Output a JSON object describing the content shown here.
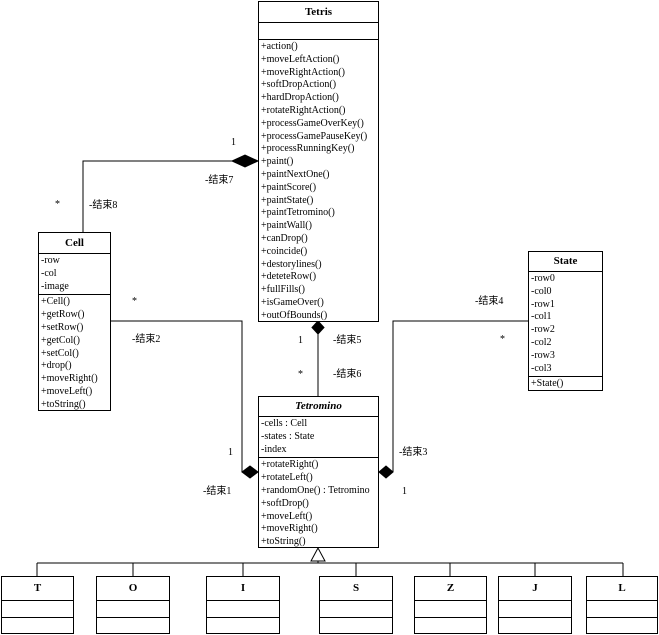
{
  "classes": {
    "tetris": {
      "name": "Tetris",
      "attributes": [],
      "methods": [
        "+action()",
        "+moveLeftAction()",
        "+moveRightAction()",
        "+softDropAction()",
        "+hardDropAction()",
        "+rotateRightAction()",
        "+processGameOverKey()",
        "+processGamePauseKey()",
        "+processRunningKey()",
        "+paint()",
        "+paintNextOne()",
        "+paintScore()",
        "+paintState()",
        "+paintTetromino()",
        "+paintWall()",
        "+canDrop()",
        "+coincide()",
        "+destorylines()",
        "+deteteRow()",
        "+fullFills()",
        "+isGameOver()",
        "+outOfBounds()"
      ]
    },
    "cell": {
      "name": "Cell",
      "attributes": [
        "-row",
        "-col",
        "-image"
      ],
      "methods": [
        "+Cell()",
        "+getRow()",
        "+setRow()",
        "+getCol()",
        "+setCol()",
        "+drop()",
        "+moveRight()",
        "+moveLeft()",
        "+toString()"
      ]
    },
    "state": {
      "name": "State",
      "attributes": [
        "-row0",
        "-col0",
        "-row1",
        "-col1",
        "-row2",
        "-col2",
        "-row3",
        "-col3"
      ],
      "methods": [
        "+State()"
      ]
    },
    "tetromino": {
      "name": "Tetromino",
      "attributes": [
        "-cells : Cell",
        "-states : State",
        "-index"
      ],
      "methods": [
        "+rotateRight()",
        "+rotateLeft()",
        "+randomOne() : Tetromino",
        "+softDrop()",
        "+moveLeft()",
        "+moveRight()",
        "+toString()"
      ]
    },
    "t": {
      "name": "T"
    },
    "o": {
      "name": "O"
    },
    "i": {
      "name": "I"
    },
    "s": {
      "name": "S"
    },
    "z": {
      "name": "Z"
    },
    "j": {
      "name": "J"
    },
    "l": {
      "name": "L"
    }
  },
  "labels": {
    "end7": "-结束7",
    "end8": "-结束8",
    "end7_mult": "1",
    "end8_mult": "*",
    "end2": "-结束2",
    "end2_mult": "*",
    "end1": "-结束1",
    "end1_mult": "1",
    "end5": "-结束5",
    "end5_mult": "1",
    "end6": "-结束6",
    "end6_mult": "*",
    "end4": "-结束4",
    "end4_mult": "*",
    "end3": "-结束3",
    "end3_mult": "1"
  }
}
